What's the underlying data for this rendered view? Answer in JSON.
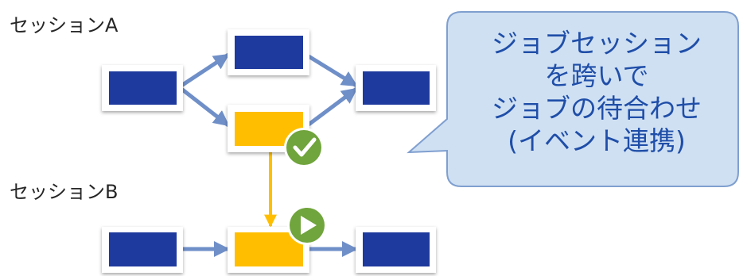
{
  "sessions": {
    "a_label": "セッションA",
    "b_label": "セッションB"
  },
  "callout": {
    "lines": [
      "ジョブセッション",
      "を跨いで",
      "ジョブの待合わせ",
      "(イベント連携)"
    ]
  },
  "colors": {
    "job_blue": "#1f3a9e",
    "job_waiting": "#ffbf00",
    "arrow_blue": "#6f8fc8",
    "arrow_yellow": "#ffbf00",
    "badge_green": "#70a43c",
    "callout_fill": "#cfe0f3",
    "callout_stroke": "#7f9fcf",
    "callout_text": "#1f4ea8"
  },
  "icons": {
    "complete": "checkmark-icon",
    "start": "play-icon"
  }
}
